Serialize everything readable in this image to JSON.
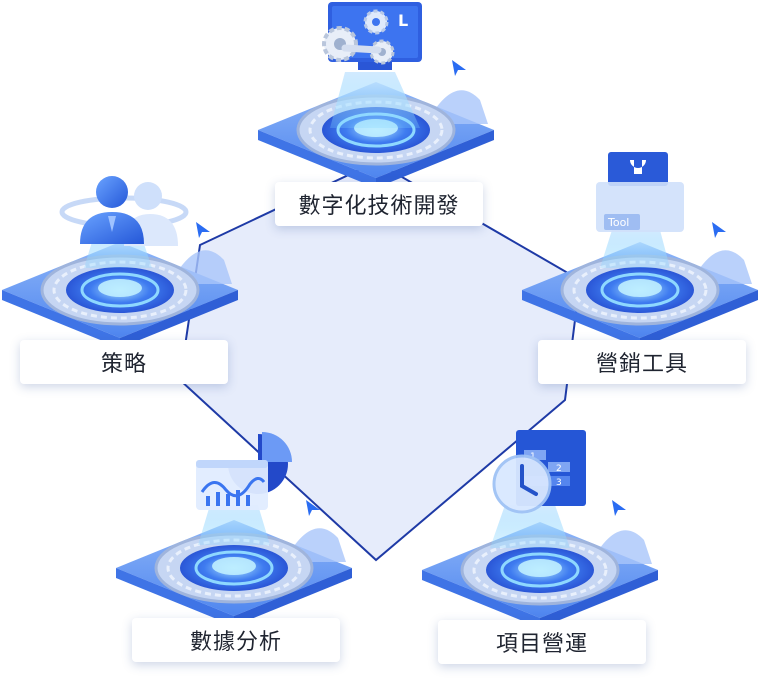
{
  "nodes": [
    {
      "id": "digital-tech",
      "label": "數字化技術開發",
      "icon": "gears-monitor-icon"
    },
    {
      "id": "marketing-tools",
      "label": "營銷工具",
      "icon": "toolbox-wrench-icon",
      "tag": "Tool"
    },
    {
      "id": "project-ops",
      "label": "項目營運",
      "icon": "clock-document-icon",
      "doc_numbers": [
        "1",
        "2",
        "3"
      ]
    },
    {
      "id": "data-analysis",
      "label": "數據分析",
      "icon": "chart-analytics-icon"
    },
    {
      "id": "strategy",
      "label": "策略",
      "icon": "people-team-icon"
    }
  ],
  "colors": {
    "pentagon_fill": "#e6ecfb",
    "pentagon_stroke": "#1e3aa6",
    "platform": "#5f95f4",
    "accent": "#2a6cf2",
    "dark_blue": "#1f47c4"
  }
}
